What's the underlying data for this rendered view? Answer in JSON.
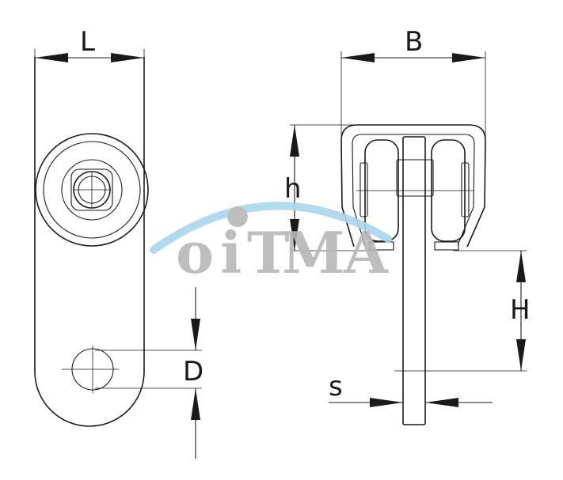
{
  "diagram": {
    "labels": {
      "L": "L",
      "B": "B",
      "h": "h",
      "D": "D",
      "s": "s",
      "H": "H"
    },
    "watermark": {
      "text": "oiTMA",
      "arc_color": "#a9d6ee",
      "letter_color": "#b7b7b7",
      "dot_color": "#b7b7b7"
    },
    "line_color": "#1a1a1a",
    "background": "#ffffff"
  }
}
